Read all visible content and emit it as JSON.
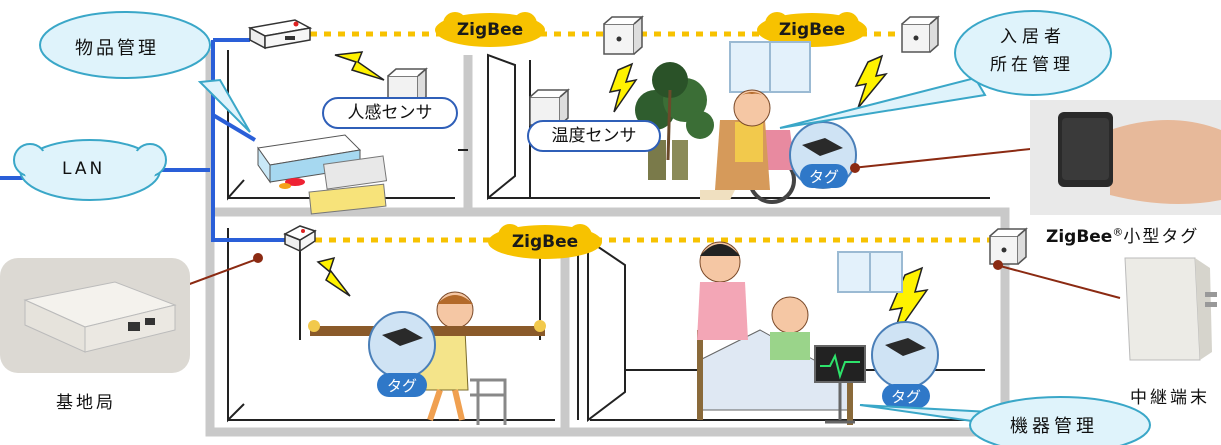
{
  "labels": {
    "buppin_kanri": "物品管理",
    "lan": "LAN",
    "jinkan_sensor": "人感センサ",
    "ondo_sensor": "温度センサ",
    "nyukyosha_line1": "入居者",
    "nyukyosha_line2": "所在管理",
    "kiki_kanri": "機器管理",
    "kichikyoku": "基地局",
    "chukei_tanmatsu": "中継端末",
    "zigbee_tag_prefix": "ZigBee",
    "zigbee_tag_reg": "®",
    "zigbee_tag_suffix": "小型タグ"
  },
  "zigbee": [
    "ZigBee",
    "ZigBee",
    "ZigBee"
  ],
  "tags": [
    "タグ",
    "タグ",
    "タグ"
  ],
  "colors": {
    "lan_line": "#2a5fd8",
    "wall": "#c9c9c9",
    "zigbee_fill": "#f7c200",
    "zigbee_dots": "#f7c200",
    "bubble_fill": "#dff3fb",
    "bubble_stroke": "#3aa7c8",
    "tag_circle": "#cfe3f4",
    "tag_label": "#2f78c8",
    "lightning": "#fff200",
    "leader": "#8b2a12"
  }
}
